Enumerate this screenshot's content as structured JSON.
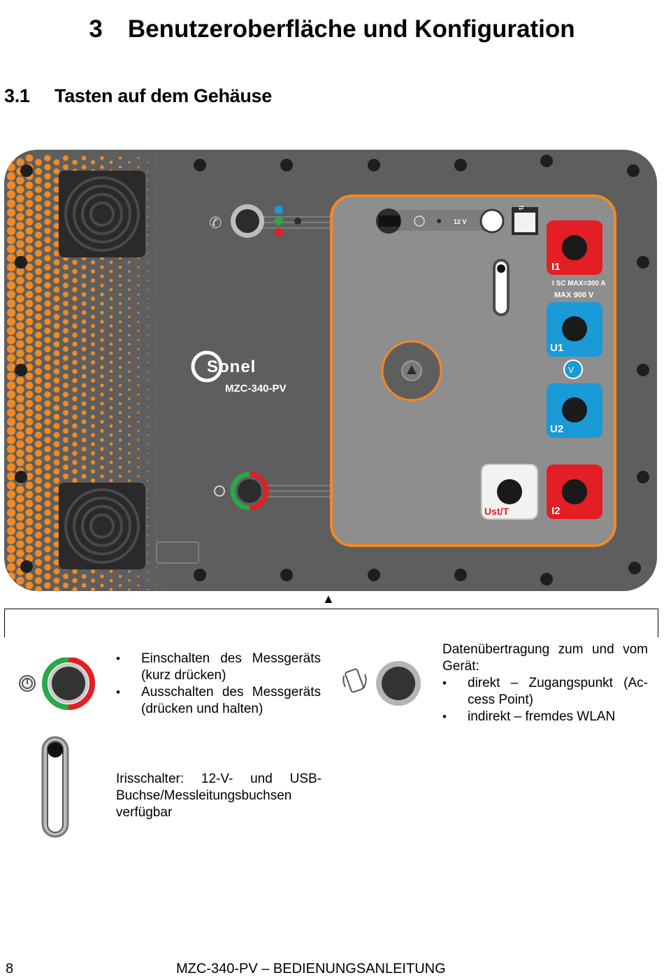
{
  "chapter": {
    "number": "3",
    "title": "Benutzeroberfläche und Konfiguration"
  },
  "section": {
    "number": "3.1",
    "title": "Tasten auf dem Gehäuse"
  },
  "device": {
    "brand": "Sonel",
    "model": "MZC-340-PV",
    "port_12v_label": "12 V",
    "terminal_i1": "I1",
    "terminal_u1": "U1",
    "terminal_u2": "U2",
    "terminal_i2": "I2",
    "terminal_ust": "Ust/T",
    "rating_line1": "I SC MAX=300 A",
    "rating_line2": "MAX 900 V",
    "colors": {
      "housing": "#5e5e5e",
      "panel": "#8e8e8e",
      "accent_orange": "#f08a24",
      "terminal_red": "#e31e24",
      "terminal_blue": "#1a9ad6"
    }
  },
  "pointer_arrow": "▲",
  "power_button": {
    "icon": "power-icon",
    "bullets": [
      "Einschalten des Messgeräts (kurz drücken)",
      "Ausschalten des Messgeräts (drücken und halten)"
    ]
  },
  "wifi_button": {
    "icon": "phone-wireless-icon",
    "intro": "Datenübertragung zum und vom Gerät:",
    "bullets": [
      "direkt – Zugangspunkt (Ac-cess Point)",
      "indirekt – fremdes WLAN"
    ]
  },
  "iris_switch": {
    "text": "Irisschalter: 12-V- und USB-Buchse/Messleitungsbuchsen verfügbar"
  },
  "footer": {
    "page": "8",
    "title": "MZC-340-PV – BEDIENUNGSANLEITUNG"
  }
}
